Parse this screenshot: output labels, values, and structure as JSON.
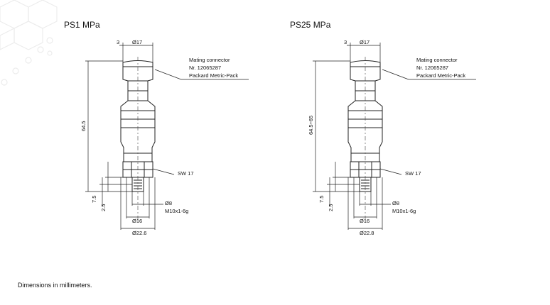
{
  "page": {
    "footer_note": "Dimensions in millimeters."
  },
  "drawings": [
    {
      "title": "PS1 MPa",
      "dims": {
        "top_offset": "3",
        "top_diameter": "Ø17",
        "overall_height": "64.5",
        "hex_offset": "7.5",
        "thread_len": "2.5",
        "bore": "Ø8",
        "thread": "M10x1-6g",
        "shoulder": "Ø16",
        "flange": "Ø22.6",
        "wrench": "SW 17"
      },
      "connector": {
        "line1": "Mating connector",
        "line2": "Nr. 12065287",
        "line3": "Packard Metric-Pack"
      }
    },
    {
      "title": "PS25 MPa",
      "dims": {
        "top_offset": "3",
        "top_diameter": "Ø17",
        "overall_height": "64.5÷65",
        "hex_offset": "7.5",
        "thread_len": "2.5",
        "bore": "Ø8",
        "thread": "M10x1-6g",
        "shoulder": "Ø16",
        "flange": "Ø22.8",
        "wrench": "SW 17"
      },
      "connector": {
        "line1": "Mating connector",
        "line2": "Nr. 12065287",
        "line3": "Packard Metric-Pack"
      }
    }
  ]
}
